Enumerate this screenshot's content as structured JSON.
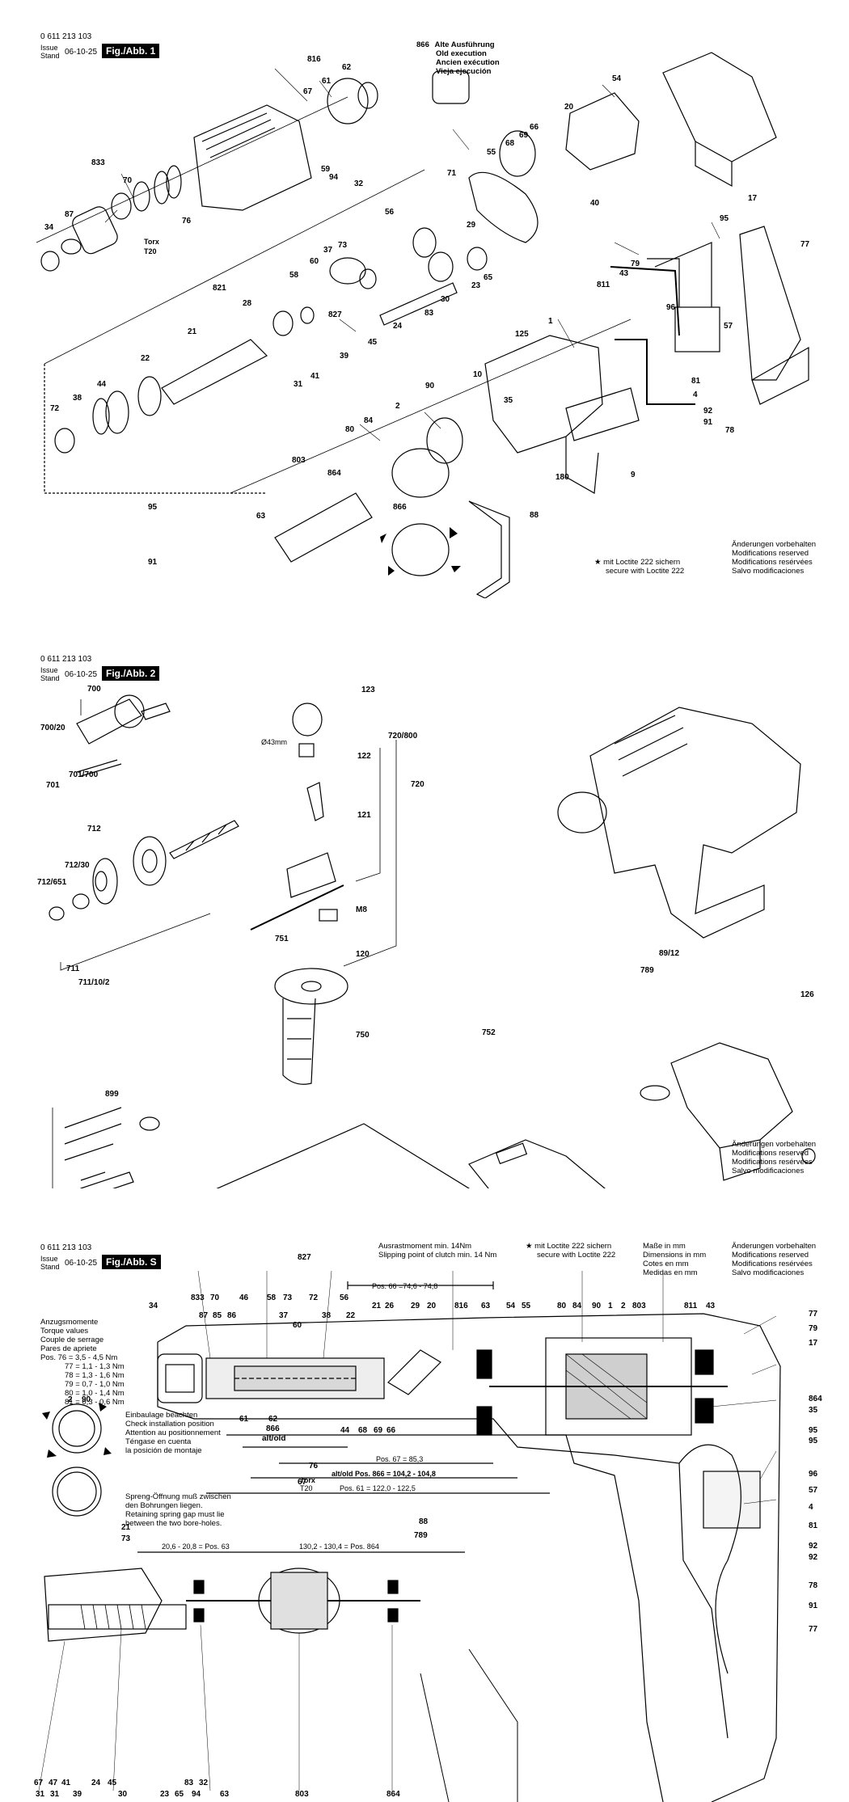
{
  "doc_number": "0 611 213 103",
  "issue_label": [
    "Issue",
    "Stand"
  ],
  "issue_date": "06-10-25",
  "changes_note": [
    "Änderungen vorbehalten",
    "Modifications reserved",
    "Modifications resérvées",
    "Salvo modificaciones"
  ],
  "sheet1": {
    "fig": "Fig./Abb. 1",
    "old_exec": [
      "Alte Ausführung",
      "Old execution",
      "Ancien exécution",
      "Vieja ejecución"
    ],
    "old_exec_num": "866",
    "loctite": [
      "mit Loctite 222 sichern",
      "secure with Loctite 222"
    ],
    "parts": [
      "816",
      "62",
      "61",
      "67",
      "866",
      "54",
      "20",
      "833",
      "70",
      "59",
      "94",
      "32",
      "55",
      "68",
      "69",
      "66",
      "71",
      "40",
      "17",
      "95",
      "34",
      "87",
      "76",
      "Torx",
      "T20",
      "56",
      "65",
      "60",
      "37",
      "73",
      "29",
      "23",
      "811",
      "43",
      "79",
      "77",
      "821",
      "28",
      "58",
      "827",
      "30",
      "83",
      "96",
      "1",
      "125",
      "10",
      "57",
      "72",
      "38",
      "44",
      "22",
      "21",
      "24",
      "45",
      "39",
      "31",
      "41",
      "90",
      "4",
      "81",
      "92",
      "91",
      "78",
      "35",
      "84",
      "80",
      "2",
      "803",
      "864",
      "63",
      "9",
      "180",
      "88",
      "95",
      "91"
    ]
  },
  "sheet2": {
    "fig": "Fig./Abb. 2",
    "parts": [
      "700",
      "123",
      "720/800",
      "700/20",
      "701",
      "701/700",
      "122",
      "720",
      "712",
      "121",
      "712/30",
      "712/651",
      "M8",
      "751",
      "120",
      "711",
      "711/10/2",
      "89/12",
      "789",
      "126",
      "750",
      "752",
      "899"
    ],
    "dia_note": "Ø43mm"
  },
  "sheet3": {
    "fig": "Fig./Abb. S",
    "torque_lines": [
      "Ausrastmoment min. 14Nm",
      "Slipping point of clutch min. 14 Nm"
    ],
    "loctite": [
      "mit Loctite 222 sichern",
      "secure with Loctite 222"
    ],
    "dims": [
      "Maße in mm",
      "Dimensions in mm",
      "Cotes en mm",
      "Medidas en mm"
    ],
    "tightening_title": [
      "Anzugsmomente",
      "Torque values",
      "Couple de serrage",
      "Pares de apriete"
    ],
    "torques": [
      "Pos. 76 = 3,5 - 4,5 Nm",
      "77 = 1,1 - 1,3 Nm",
      "78 = 1,3 - 1,6 Nm",
      "79 = 0,7 - 1,0 Nm",
      "80 = 1,0 - 1,4 Nm",
      "81 = 0,3 - 0,6 Nm"
    ],
    "install_note": [
      "Einbaulage beachten",
      "Check installation position",
      "Attention au positionnement",
      "Téngase en cuenta",
      "la posición de montaje"
    ],
    "spring_note": [
      "Spreng-Öffnung muß zwischen",
      "den Bohrungen liegen.",
      "Retaining spring gap must lie",
      "between the two bore-holes."
    ],
    "pos66": "Pos. 66 =74,6 - 74,8",
    "pos67": "Pos. 67 = 85,3",
    "pos866": "alt/old Pos. 866 = 104,2 - 104,8",
    "pos61": "Pos. 61 = 122,0 - 122,5",
    "pos63": "20,6 - 20,8 = Pos. 63",
    "pos864": "130,2 - 130,4 = Pos. 864",
    "top_parts": [
      "827",
      "34",
      "833",
      "70",
      "46",
      "58",
      "73",
      "72",
      "56",
      "21",
      "26",
      "29",
      "20",
      "816",
      "63",
      "54",
      "55",
      "80",
      "84",
      "90",
      "1",
      "2",
      "803",
      "811",
      "43"
    ],
    "right_parts": [
      "77",
      "79",
      "17",
      "864",
      "35",
      "95",
      "95",
      "96",
      "57",
      "4",
      "81",
      "92",
      "92",
      "78",
      "91",
      "77"
    ],
    "mid_parts": [
      "87",
      "85",
      "86",
      "37",
      "60",
      "38",
      "22",
      "61",
      "62",
      "866",
      "alt/old",
      "67",
      "44",
      "68",
      "69",
      "66",
      "76",
      "Torx",
      "T20",
      "88",
      "789"
    ],
    "left_ring": [
      "2",
      "90",
      "21",
      "73"
    ],
    "bottom_parts": [
      "67",
      "47",
      "41",
      "24",
      "45",
      "30",
      "23",
      "65",
      "83",
      "94",
      "32",
      "63",
      "803",
      "864",
      "31",
      "31",
      "39"
    ]
  }
}
